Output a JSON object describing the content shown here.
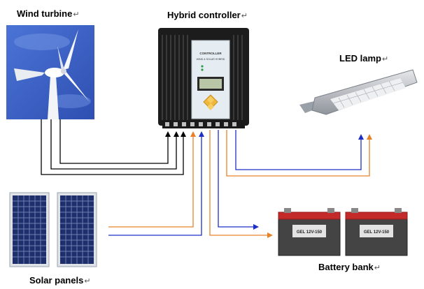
{
  "labels": {
    "wind_turbine": "Wind turbine",
    "hybrid_controller": "Hybrid  controller",
    "led_lamp": "LED lamp",
    "solar_panels": "Solar panels",
    "battery_bank": "Battery bank",
    "return_mark": "↵"
  },
  "controller_panel": {
    "title": "CONTROLLER",
    "subtitle": "WIND & SOLAR HYBRID"
  },
  "battery_label": "GEL 12V-150",
  "colors": {
    "sky": "#3d63c4",
    "controller_body": "#1c1c1c",
    "face_panel": "#e6edf2",
    "lcd": "#b9c7a6",
    "keypad": "#f0b83a",
    "lamp_housing": "#c9ccd1",
    "lamp_led": "#eef0f2",
    "solar_cell": "#1e2f6b",
    "solar_frame": "#dfe3e8",
    "battery_case": "#444444",
    "battery_top": "#c42a2a",
    "wire_black": "#000000",
    "wire_orange": "#e8822a",
    "wire_blue": "#1f2fc6"
  }
}
